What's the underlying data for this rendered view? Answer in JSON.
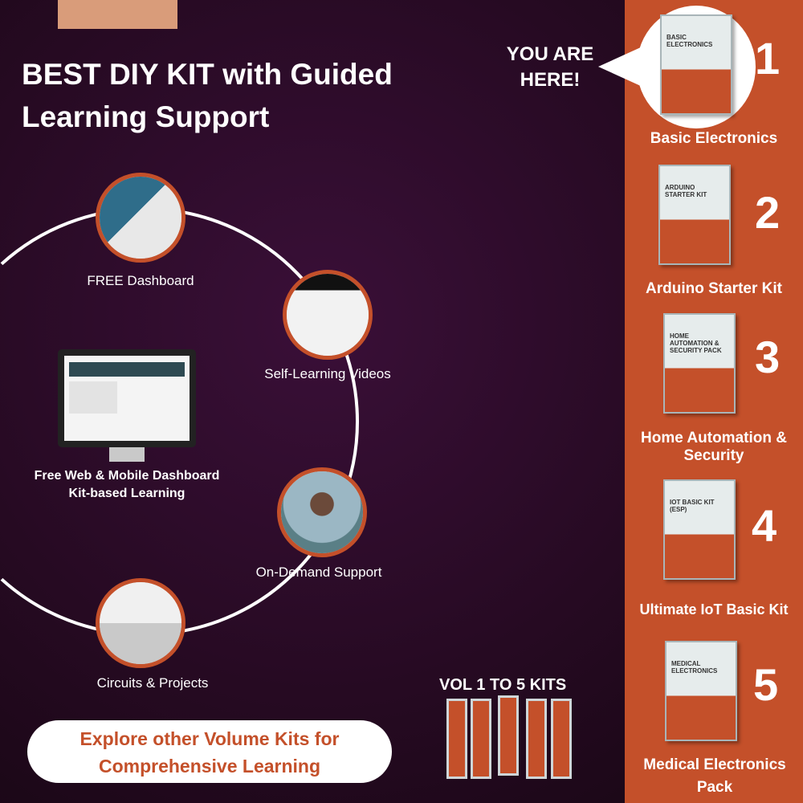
{
  "headline": "BEST DIY KIT with Guided Learning Support",
  "features": [
    {
      "label": "FREE Dashboard",
      "icon": "dashboard-circuit-icon"
    },
    {
      "label": "Self-Learning Videos",
      "icon": "video-icon"
    },
    {
      "label": "On-Demand Support",
      "icon": "support-person-icon"
    },
    {
      "label": "Circuits & Projects",
      "icon": "circuit-diagram-icon"
    }
  ],
  "monitor_caption": {
    "line1": "Free Web & Mobile Dashboard",
    "line2": "Kit-based Learning"
  },
  "cta": {
    "line1": "Explore other Volume Kits for",
    "line2": "Comprehensive Learning"
  },
  "volumes_title": "VOL 1 TO 5 KITS",
  "you_are_here": {
    "line1": "YOU ARE",
    "line2": "HERE!"
  },
  "kits": [
    {
      "number": "1",
      "label": "Basic Electronics",
      "box_text": "BASIC ELECTRONICS"
    },
    {
      "number": "2",
      "label": "Arduino Starter Kit",
      "box_text": "ARDUINO STARTER KIT"
    },
    {
      "number": "3",
      "label": "Home Automation & Security",
      "box_text": "HOME AUTOMATION & SECURITY PACK"
    },
    {
      "number": "4",
      "label": "Ultimate IoT Basic Kit",
      "box_text": "IOT BASIC KIT (ESP)"
    },
    {
      "number": "5",
      "label": "Medical Electronics Pack",
      "box_text": "MEDICAL ELECTRONICS"
    }
  ],
  "colors": {
    "accent": "#c4502a",
    "background": "#260a22",
    "tan": "#d99c7a"
  }
}
